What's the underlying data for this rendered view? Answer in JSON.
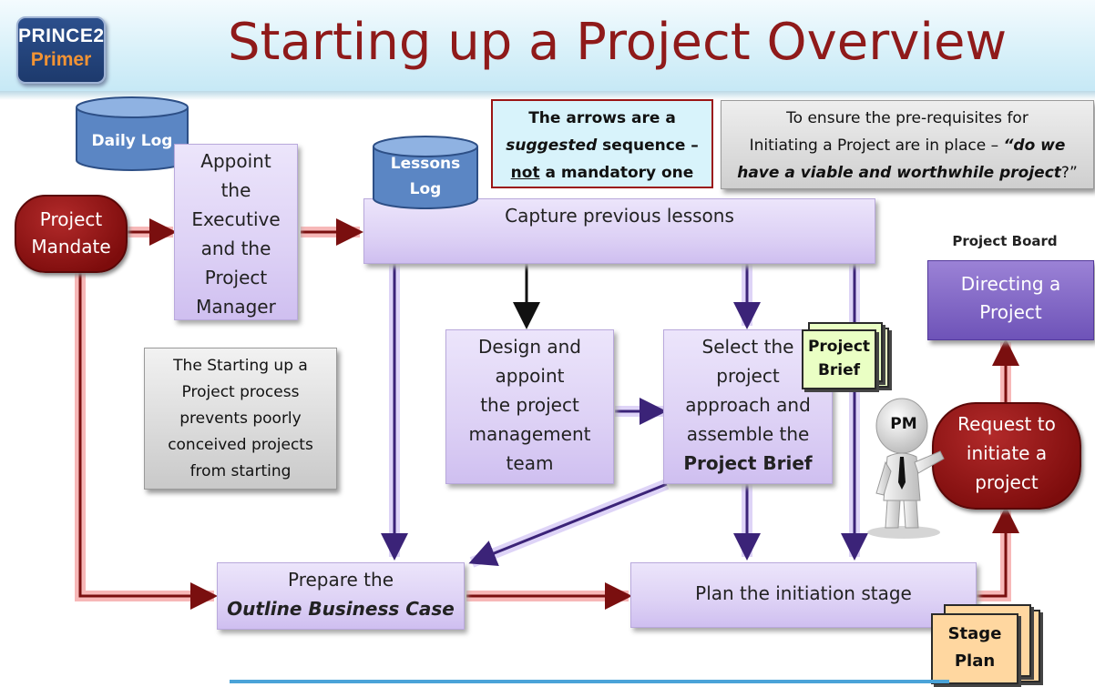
{
  "logo": {
    "line1": "PRINCE2",
    "line2": "Primer"
  },
  "title": "Starting up a Project Overview",
  "datastores": {
    "daily_log": "Daily Log",
    "lessons_log_line1": "Lessons",
    "lessons_log_line2": "Log"
  },
  "notes": {
    "arrows_line1": "The arrows are a",
    "arrows_line2a": "suggested",
    "arrows_line2b": " sequence –",
    "arrows_line3a": "not",
    "arrows_line3b": " a mandatory one",
    "ensure_line1": "To ensure the pre-requisites for",
    "ensure_line2a": "Initiating a Project are in place – ",
    "ensure_line2b": "“do we",
    "ensure_line3a": "have a viable and worthwhile project",
    "ensure_line3b": "?”",
    "process_lines": [
      "The Starting up a",
      "Project process",
      "prevents poorly",
      "conceived projects",
      "from starting"
    ]
  },
  "nodes": {
    "project_mandate": [
      "Project",
      "Mandate"
    ],
    "appoint": [
      "Appoint",
      "the",
      "Executive",
      "and the",
      "Project",
      "Manager"
    ],
    "capture": "Capture previous lessons",
    "design": [
      "Design and",
      "appoint",
      "the project",
      "management",
      "team"
    ],
    "select_lines": [
      "Select the",
      "project",
      "approach and",
      "assemble the"
    ],
    "select_bold": "Project Brief",
    "prepare_line1": "Prepare the",
    "prepare_line2": "Outline Business Case",
    "plan": "Plan the initiation stage",
    "project_board_label": "Project Board",
    "directing": [
      "Directing a",
      "Project"
    ],
    "request": [
      "Request to",
      "initiate a",
      "project"
    ]
  },
  "documents": {
    "project_brief": [
      "Project",
      "Brief"
    ],
    "stage_plan": [
      "Stage",
      "Plan"
    ]
  },
  "figure": {
    "pm_label": "PM"
  }
}
